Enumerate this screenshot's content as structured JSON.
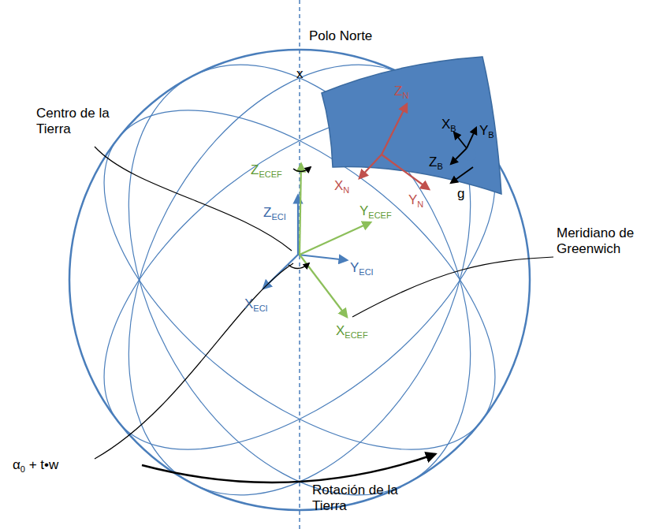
{
  "diagram": {
    "labels": [
      "Polo Norte",
      "x",
      "Centro de la Tierra",
      "ZN",
      "XN",
      "YN",
      "XB",
      "YB",
      "ZB",
      "g",
      "ZECEF",
      "ZECI",
      "YECEF",
      "YECI",
      "XECI",
      "XECEF",
      "Meridiano de Greenwich",
      "α0 + t•w",
      "Rotación de la Tierra"
    ]
  }
}
